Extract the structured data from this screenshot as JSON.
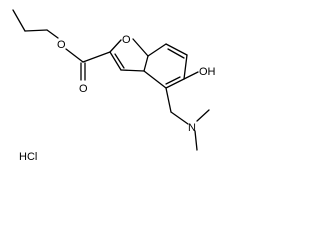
{
  "atoms": {
    "furan_o": "O",
    "carbonyl_o": "O",
    "ester_o": "O",
    "hydroxyl": "OH",
    "amine_n": "N",
    "salt": "HCl"
  },
  "colors": {
    "bond": "#000000",
    "text": "#000000",
    "background": "#ffffff"
  }
}
